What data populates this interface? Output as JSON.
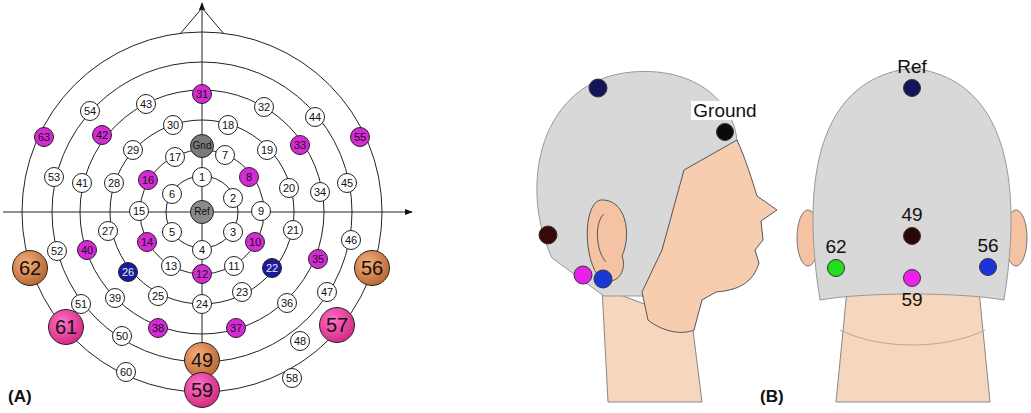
{
  "diagram": {
    "nodes": [
      {
        "text": [
          "Gnd"
        ]
      },
      {
        "text": [
          "Ref"
        ]
      },
      {
        "text": [
          "1"
        ]
      },
      {
        "text": [
          "2"
        ]
      },
      {
        "text": [
          "3"
        ]
      },
      {
        "text": [
          "4"
        ]
      },
      {
        "text": [
          "5"
        ]
      },
      {
        "text": [
          "6"
        ]
      },
      {
        "text": [
          "7"
        ]
      },
      {
        "text": [
          "8"
        ]
      },
      {
        "text": [
          "9"
        ]
      },
      {
        "text": [
          "10"
        ]
      },
      {
        "text": [
          "11"
        ]
      },
      {
        "text": [
          "12"
        ]
      },
      {
        "text": [
          "13"
        ]
      },
      {
        "text": [
          "14"
        ]
      },
      {
        "text": [
          "15"
        ]
      },
      {
        "text": [
          "16"
        ]
      },
      {
        "text": [
          "17"
        ]
      },
      {
        "text": [
          "18"
        ]
      },
      {
        "text": [
          "19"
        ]
      },
      {
        "text": [
          "20"
        ]
      },
      {
        "text": [
          "21"
        ]
      },
      {
        "text": [
          "22"
        ]
      },
      {
        "text": [
          "23"
        ]
      },
      {
        "text": [
          "24"
        ]
      },
      {
        "text": [
          "25"
        ]
      },
      {
        "text": [
          "26"
        ]
      },
      {
        "text": [
          "27"
        ]
      },
      {
        "text": [
          "28"
        ]
      },
      {
        "text": [
          "29"
        ]
      },
      {
        "text": [
          "30"
        ]
      },
      {
        "text": [
          "31"
        ]
      },
      {
        "text": [
          "32"
        ]
      },
      {
        "text": [
          "33"
        ]
      },
      {
        "text": [
          "34"
        ]
      },
      {
        "text": [
          "35"
        ]
      },
      {
        "text": [
          "36"
        ]
      },
      {
        "text": [
          "37"
        ]
      },
      {
        "text": [
          "38"
        ]
      },
      {
        "text": [
          "39"
        ]
      },
      {
        "text": [
          "40"
        ]
      },
      {
        "text": [
          "41"
        ]
      },
      {
        "text": [
          "42"
        ]
      },
      {
        "text": [
          "43"
        ]
      },
      {
        "text": [
          "44"
        ]
      },
      {
        "text": [
          "45"
        ]
      },
      {
        "text": [
          "46"
        ]
      },
      {
        "text": [
          "47"
        ]
      },
      {
        "text": [
          "48"
        ]
      },
      {
        "text": [
          "49"
        ]
      },
      {
        "text": [
          "50"
        ]
      },
      {
        "text": [
          "51"
        ]
      },
      {
        "text": [
          "52"
        ]
      },
      {
        "text": [
          "53"
        ]
      },
      {
        "text": [
          "54"
        ]
      },
      {
        "text": [
          "55"
        ]
      },
      {
        "text": [
          "56"
        ]
      },
      {
        "text": [
          "57"
        ]
      },
      {
        "text": [
          "58"
        ]
      },
      {
        "text": [
          "59"
        ]
      },
      {
        "text": [
          "60"
        ]
      },
      {
        "text": [
          "61"
        ]
      },
      {
        "text": [
          "62"
        ]
      },
      {
        "text": [
          "63"
        ]
      },
      {
        "text": [
          "Ground"
        ]
      },
      {
        "text": [
          "Ref"
        ]
      },
      {
        "text": [
          "49"
        ]
      },
      {
        "text": [
          "62"
        ]
      },
      {
        "text": [
          "59"
        ]
      },
      {
        "text": [
          "56"
        ]
      }
    ],
    "labels": [
      "(A)",
      "(B)"
    ]
  }
}
